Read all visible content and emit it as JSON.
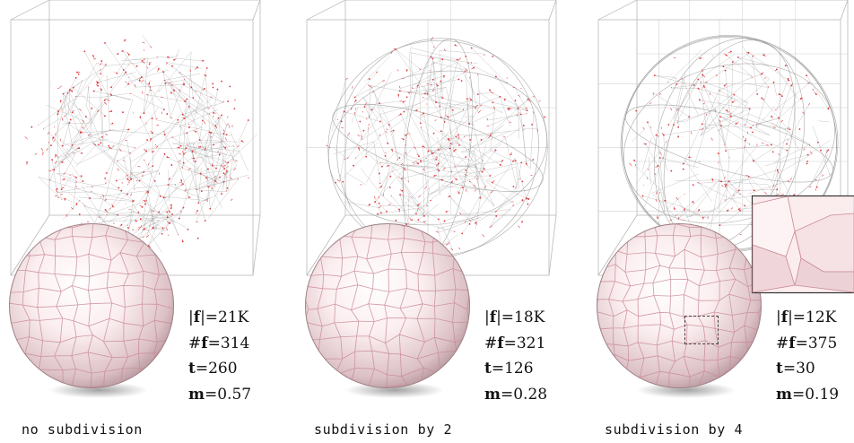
{
  "panels": [
    {
      "caption": "no subdivision",
      "stats": {
        "faces_label": "|f|=21K",
        "num_label": "#f=314",
        "t_label": "t=260",
        "m_label": "m=0.57"
      }
    },
    {
      "caption": "subdivision by 2",
      "stats": {
        "faces_label": "|f|=18K",
        "num_label": "#f=321",
        "t_label": "t=126",
        "m_label": "m=0.28"
      }
    },
    {
      "caption": "subdivision by 4",
      "stats": {
        "faces_label": "|f|=12K",
        "num_label": "#f=375",
        "t_label": "t=30",
        "m_label": "m=0.19"
      }
    }
  ],
  "colors": {
    "wire": "#9a9a9a",
    "points": "#e0383c",
    "sphere_light": "#fbeef0",
    "sphere_dark": "#b99aa0",
    "cell_edge": "#c98a95"
  }
}
